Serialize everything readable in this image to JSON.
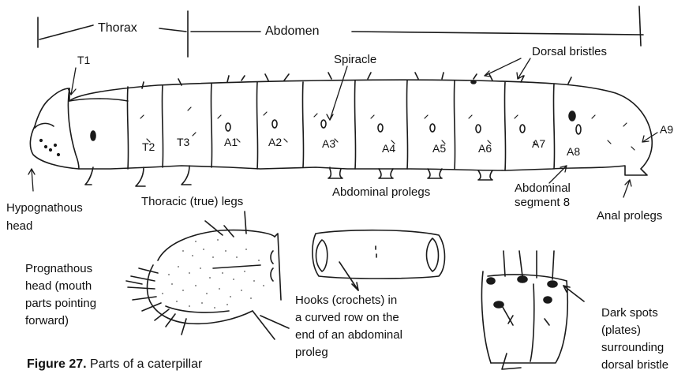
{
  "diagram": {
    "regions": {
      "thorax": "Thorax",
      "abdomen": "Abdomen"
    },
    "segments": [
      "T1",
      "T2",
      "T3",
      "A1",
      "A2",
      "A3",
      "A4",
      "A5",
      "A6",
      "A7",
      "A8",
      "A9"
    ],
    "labels": {
      "spiracle": "Spiracle",
      "dorsal_bristles": "Dorsal bristles",
      "hypognathous_head": [
        "Hypognathous",
        "head"
      ],
      "thoracic_legs": "Thoracic (true) legs",
      "abdominal_prolegs": "Abdominal prolegs",
      "abdominal_segment_8": [
        "Abdominal",
        "segment 8"
      ],
      "anal_prolegs": "Anal prolegs",
      "prognathous_head": [
        "Prognathous",
        "head (mouth",
        "parts pointing",
        "forward)"
      ],
      "hooks": [
        "Hooks (crochets) in",
        "a curved row on the",
        "end of an abdominal",
        "proleg"
      ],
      "dark_spots": [
        "Dark spots",
        "(plates)",
        "surrounding",
        "dorsal bristle"
      ]
    },
    "caption": {
      "figure": "Figure 27.",
      "text": "Parts of a caterpillar"
    }
  }
}
